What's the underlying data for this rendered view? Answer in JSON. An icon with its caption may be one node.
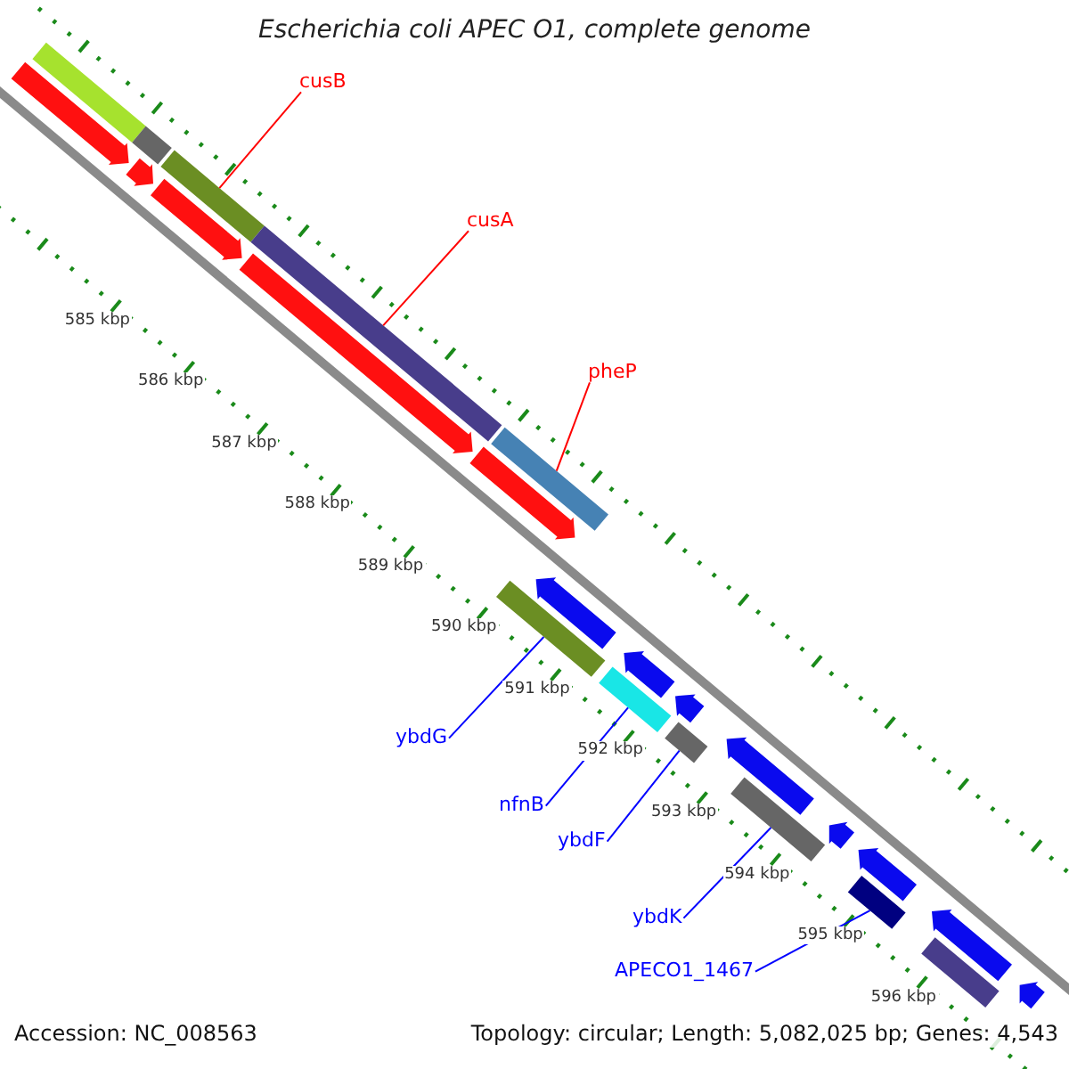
{
  "diagram": {
    "title": "Escherichia coli APEC O1, complete genome",
    "nodes": [
      {
        "text": [
          "cusB"
        ]
      },
      {
        "text": [
          "cusA"
        ]
      },
      {
        "text": [
          "pheP"
        ]
      },
      {
        "text": [
          "ybdG"
        ]
      },
      {
        "text": [
          "nfnB"
        ]
      },
      {
        "text": [
          "ybdF"
        ]
      },
      {
        "text": [
          "ybdK"
        ]
      },
      {
        "text": [
          "APECO1_1467"
        ]
      },
      {
        "text": [],
        "shape": "bar"
      },
      {
        "text": [],
        "shape": "bar"
      },
      {
        "text": [],
        "shape": "bar"
      },
      {
        "text": [],
        "shape": "bar"
      },
      {
        "text": [],
        "shape": "bar"
      },
      {
        "text": [],
        "shape": "bar"
      },
      {
        "text": [],
        "shape": "bar"
      },
      {
        "text": [],
        "shape": "bar"
      },
      {
        "text": [],
        "shape": "arrow"
      },
      {
        "text": [],
        "shape": "arrow"
      },
      {
        "text": [],
        "shape": "arrow"
      },
      {
        "text": [],
        "shape": "arrow"
      },
      {
        "text": [],
        "shape": "arrow"
      },
      {
        "text": [],
        "shape": "bar"
      },
      {
        "text": [],
        "shape": "bar"
      },
      {
        "text": [],
        "shape": "arrow"
      },
      {
        "text": [],
        "shape": "arrow"
      },
      {
        "text": [],
        "shape": "arrow"
      },
      {
        "text": [],
        "shape": "arrow"
      },
      {
        "text": [],
        "shape": "arrow"
      },
      {
        "text": [],
        "shape": "arrow"
      },
      {
        "text": [],
        "shape": "arrow"
      },
      {
        "text": [],
        "shape": "arrow"
      },
      {
        "text": [],
        "shape": "bar"
      }
    ],
    "edges": [
      {
        "from": 0,
        "to": 8,
        "arrow": "none",
        "color": "#ff0000"
      },
      {
        "from": 1,
        "to": 9,
        "arrow": "none",
        "color": "#ff0000"
      },
      {
        "from": 2,
        "to": 10,
        "arrow": "none",
        "color": "#ff0000"
      },
      {
        "from": 3,
        "to": 11,
        "arrow": "none"
      },
      {
        "from": 4,
        "to": 12,
        "arrow": "none"
      },
      {
        "from": 5,
        "to": 13,
        "arrow": "none"
      },
      {
        "from": 6,
        "to": 14,
        "arrow": "none"
      },
      {
        "from": 7,
        "to": 15,
        "arrow": "none"
      }
    ],
    "labels": [
      "585 kbp",
      "586 kbp",
      "587 kbp",
      "588 kbp",
      "589 kbp",
      "590 kbp",
      "591 kbp",
      "592 kbp",
      "593 kbp",
      "594 kbp",
      "595 kbp",
      "596 kbp",
      "Accession: NC_008563",
      "Topology: circular; Length: 5,082,025 bp; Genes: 4,543"
    ]
  }
}
